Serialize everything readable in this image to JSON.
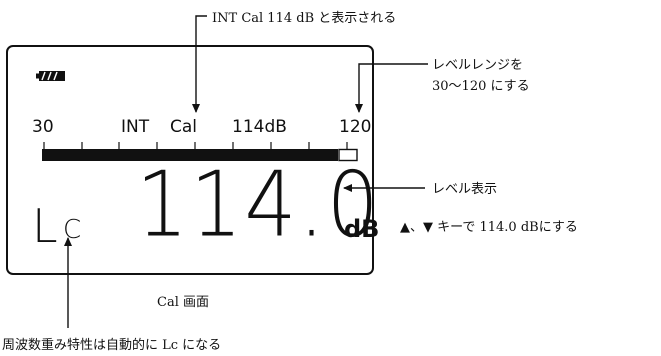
{
  "annotations": {
    "top_callout": "INT Cal 114 dB と表示される",
    "range_callout_line1": "レベルレンジを",
    "range_callout_line2": "30〜120 にする",
    "level_callout": "レベル表示",
    "keys_callout": "▲、▼ キーで 114.0 dBにする",
    "screen_caption": "Cal 画面",
    "weighting_callout": "周波数重み特性は自動的に Lc になる"
  },
  "lcd": {
    "range_low": "30",
    "mode_int": "INT",
    "mode_cal": "Cal",
    "cal_level": "114dB",
    "range_high": "120",
    "level_value": "114.0",
    "level_unit": "dB",
    "weighting_main": "L",
    "weighting_sub": "C",
    "battery_icon": "battery-full-icon"
  }
}
